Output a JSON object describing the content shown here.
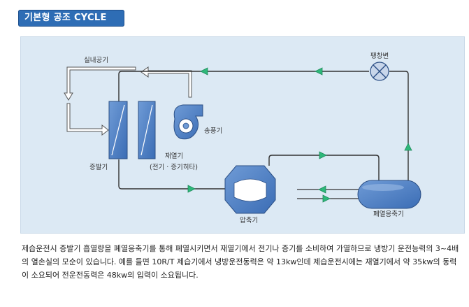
{
  "title": "기본형 공조 CYCLE",
  "labels": {
    "indoor_air": "실내공기",
    "expansion_valve": "팽창변",
    "blower": "송풍기",
    "reheater": "재열기",
    "reheater_note": "(전기 · 증기히타)",
    "evaporator": "증발기",
    "compressor": "압축기",
    "waste_heat_condenser": "폐열응축기"
  },
  "description": "제습운전시 증발기 흡열량을 폐열응축기를 통해 폐열시키면서 재열기에서 전기나 증기를 소비하여 가열하므로 냉방기 운전능력의 3~4배의 열손실의 모순이 있습니다. 예를 들면 10R/T 제습기에서 냉방운전동력은 약 13kw인데 제습운전시에는 재열기에서 약 35kw의 동력이 소요되어 전운전동력은 48kw의 입력이 소요됩니다.",
  "colors": {
    "title_bg": "#2e6db5",
    "panel_bg": "#dce9f4",
    "component_fill": "#4a7ec4",
    "pipe": "#333333",
    "flow_arrow": "#2eb87a"
  }
}
